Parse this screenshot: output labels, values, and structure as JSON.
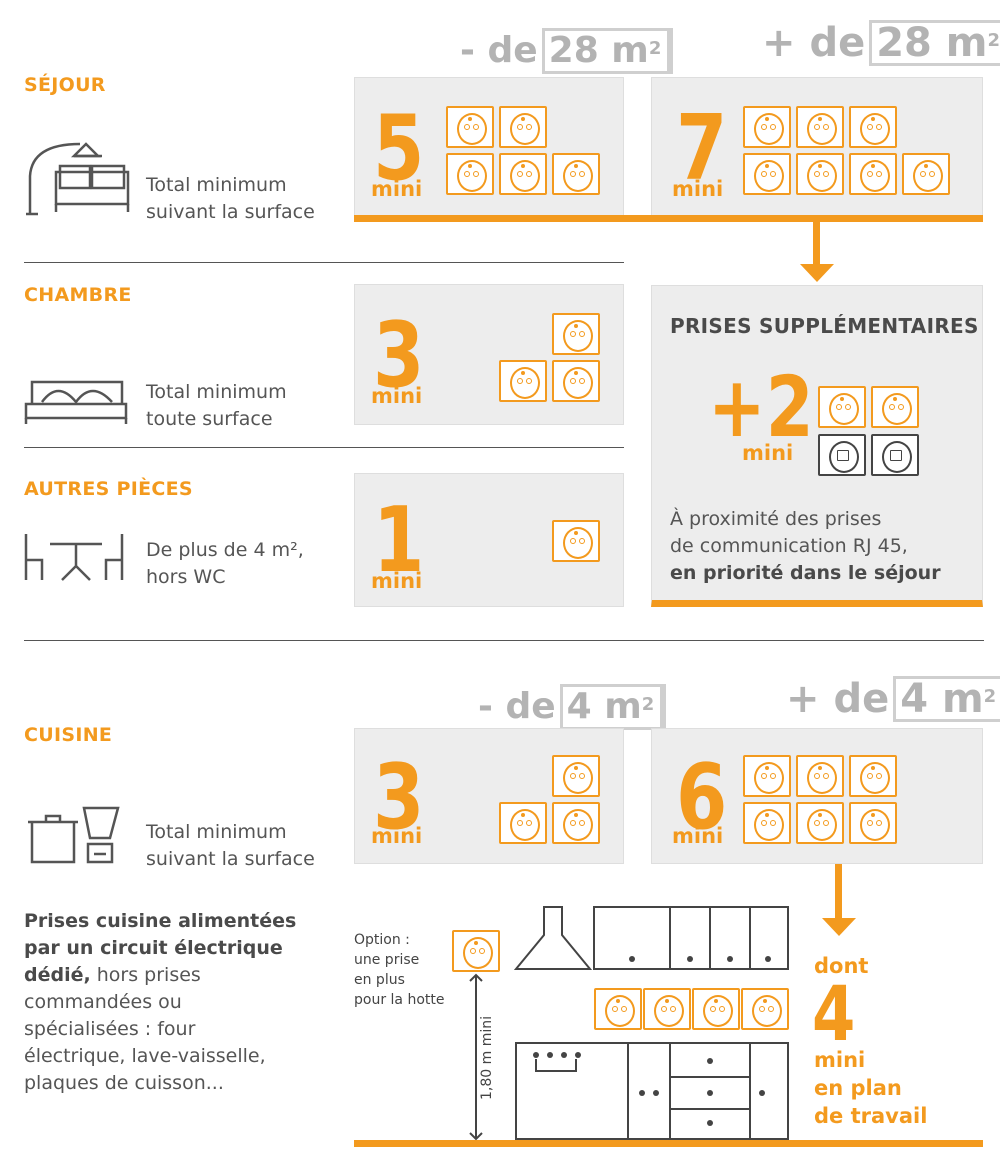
{
  "sections": {
    "sejour": {
      "title": "SÉJOUR",
      "desc_line1": "Total minimum",
      "desc_line2": "suivant la surface"
    },
    "chambre": {
      "title": "CHAMBRE",
      "desc_line1": "Total minimum",
      "desc_line2": "toute surface"
    },
    "autres": {
      "title": "AUTRES PIÈCES",
      "desc_line1": "De plus de 4 m²,",
      "desc_line2": "hors WC"
    },
    "cuisine": {
      "title": "CUISINE",
      "desc_line1": "Total minimum",
      "desc_line2": "suivant la surface"
    }
  },
  "areas": {
    "sejour_small": {
      "prefix": "- de",
      "value": "28 m",
      "sup": "2"
    },
    "sejour_large": {
      "prefix": "+ de",
      "value": "28 m",
      "sup": "2"
    },
    "cuisine_small": {
      "prefix": "- de",
      "value": "4 m",
      "sup": "2"
    },
    "cuisine_large": {
      "prefix": "+ de",
      "value": "4 m",
      "sup": "2"
    }
  },
  "counts": {
    "sejour_small": "5",
    "sejour_large": "7",
    "chambre": "3",
    "autres": "1",
    "cuisine_small": "3",
    "cuisine_large": "6",
    "supp": "+2",
    "plan_travail": "4",
    "mini_label": "mini"
  },
  "supp": {
    "title": "PRISES SUPPLÉMENTAIRES",
    "line1": "À proximité des prises",
    "line2": "de communication RJ 45,",
    "line3": "en priorité dans le séjour"
  },
  "cuisine_note": {
    "bold1": "Prises cuisine alimentées",
    "bold2": "par un circuit électrique",
    "bold3": "dédié,",
    "rest3": " hors prises",
    "line4": "commandées ou",
    "line5": "spécialisées : four",
    "line6": "électrique, lave-vaisselle,",
    "line7": "plaques de cuisson..."
  },
  "option": {
    "line1": "Option :",
    "line2": "une prise",
    "line3": "en plus",
    "line4": "pour la hotte"
  },
  "height_label": "1,80 m mini",
  "dont": {
    "top": "dont",
    "line1": "mini",
    "line2": "en plan",
    "line3": "de travail"
  },
  "colors": {
    "accent": "#f39a1e",
    "panel": "#ededed",
    "grey_text": "#b3b3b3"
  },
  "icons": [
    "sofa-lamp-icon",
    "bed-icon",
    "table-chairs-icon",
    "pot-blender-icon",
    "socket-icon",
    "rj45-socket-icon",
    "kitchen-illustration"
  ]
}
